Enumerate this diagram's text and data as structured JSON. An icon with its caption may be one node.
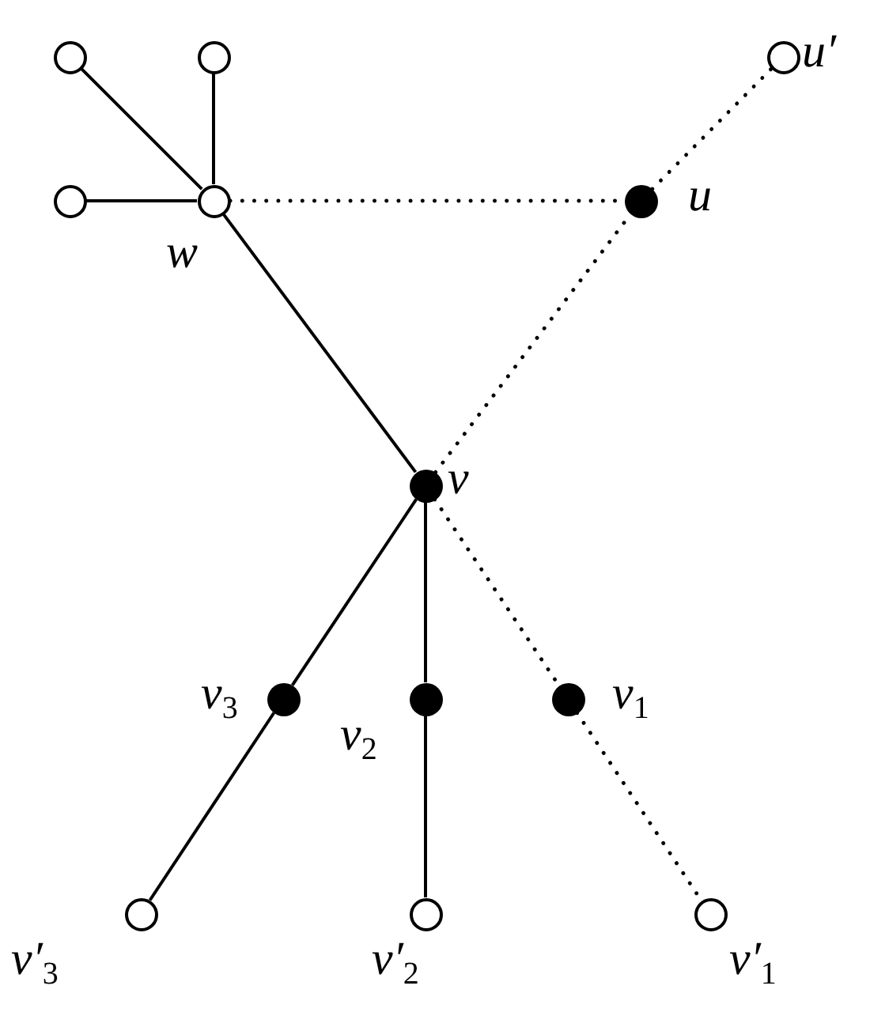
{
  "diagram": {
    "nodes": [
      {
        "text": [],
        "shape": "circle"
      },
      {
        "text": [],
        "shape": "circle"
      },
      {
        "text": [],
        "shape": "circle",
        "beside": [
          "u′"
        ]
      },
      {
        "text": [],
        "shape": "circle"
      },
      {
        "text": [],
        "shape": "circle",
        "beside": [
          "w"
        ]
      },
      {
        "text": [],
        "shape": "dot",
        "beside": [
          "u"
        ]
      },
      {
        "text": [],
        "shape": "dot",
        "beside": [
          "v"
        ]
      },
      {
        "text": [],
        "shape": "dot",
        "beside": [
          "v$_{3}$"
        ]
      },
      {
        "text": [],
        "shape": "dot",
        "beside": [
          "v$_{2}$"
        ]
      },
      {
        "text": [],
        "shape": "dot",
        "beside": [
          "v$_{1}$"
        ]
      },
      {
        "text": [],
        "shape": "circle",
        "beside": [
          "v′$_{3}$"
        ]
      },
      {
        "text": [],
        "shape": "circle",
        "beside": [
          "v′$_{2}$"
        ]
      },
      {
        "text": [],
        "shape": "circle",
        "beside": [
          "v′$_{1}$"
        ]
      }
    ],
    "edges": [
      {
        "from": 0,
        "to": 4,
        "arrow": "none"
      },
      {
        "from": 1,
        "to": 4,
        "arrow": "none"
      },
      {
        "from": 3,
        "to": 4,
        "arrow": "none"
      },
      {
        "from": 4,
        "to": 5,
        "arrow": "none",
        "style": "dashed"
      },
      {
        "from": 5,
        "to": 2,
        "arrow": "none",
        "style": "dashed"
      },
      {
        "from": 4,
        "to": 6,
        "arrow": "none"
      },
      {
        "from": 6,
        "to": 5,
        "arrow": "none",
        "style": "dashed"
      },
      {
        "from": 6,
        "to": 7,
        "arrow": "none"
      },
      {
        "from": 7,
        "to": 10,
        "arrow": "none"
      },
      {
        "from": 6,
        "to": 8,
        "arrow": "none"
      },
      {
        "from": 8,
        "to": 11,
        "arrow": "none"
      },
      {
        "from": 6,
        "to": 9,
        "arrow": "none",
        "style": "dashed"
      },
      {
        "from": 9,
        "to": 12,
        "arrow": "none",
        "style": "dashed"
      }
    ]
  }
}
